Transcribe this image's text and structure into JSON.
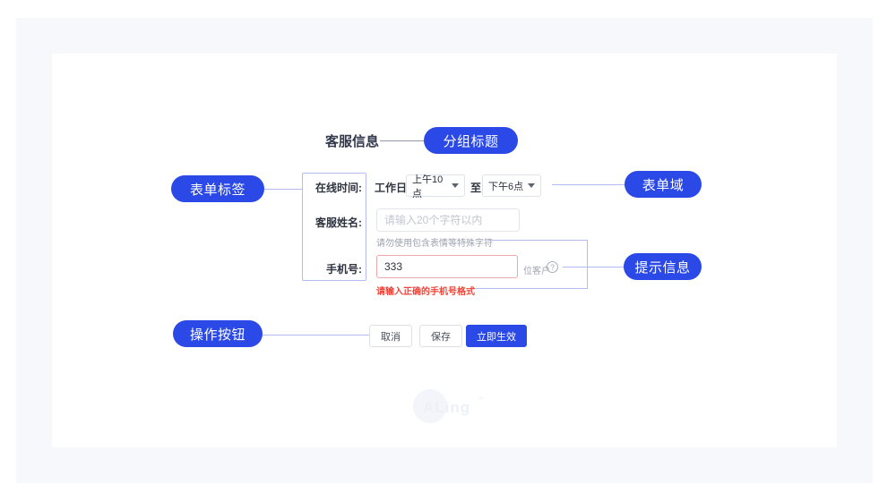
{
  "colors": {
    "accent": "#2b49e6",
    "panel_bg": "#f7f8fb",
    "connector": "#b3bcf0",
    "error": "#ef4438",
    "error_border": "#eba8a8"
  },
  "annotations": {
    "group_title": "分组标题",
    "form_label": "表单标签",
    "form_field": "表单域",
    "hint_info": "提示信息",
    "action_buttons": "操作按钮"
  },
  "section": {
    "title": "客服信息"
  },
  "form": {
    "online_time": {
      "label": "在线时间:",
      "prefix": "工作日",
      "start_value": "上午10点",
      "separator": "至",
      "end_value": "下午6点"
    },
    "agent_name": {
      "label": "客服姓名:",
      "placeholder": "请输入20个字符以内",
      "hint": "请勿使用包含表情等特殊字符"
    },
    "phone": {
      "label": "手机号:",
      "value": "333",
      "suffix": "位客户",
      "help_icon": "?",
      "error": "请输入正确的手机号格式"
    },
    "buttons": {
      "cancel": "取消",
      "save": "保存",
      "apply": "立即生效"
    }
  },
  "watermark": {
    "text": "ALing",
    "tm": "™"
  }
}
